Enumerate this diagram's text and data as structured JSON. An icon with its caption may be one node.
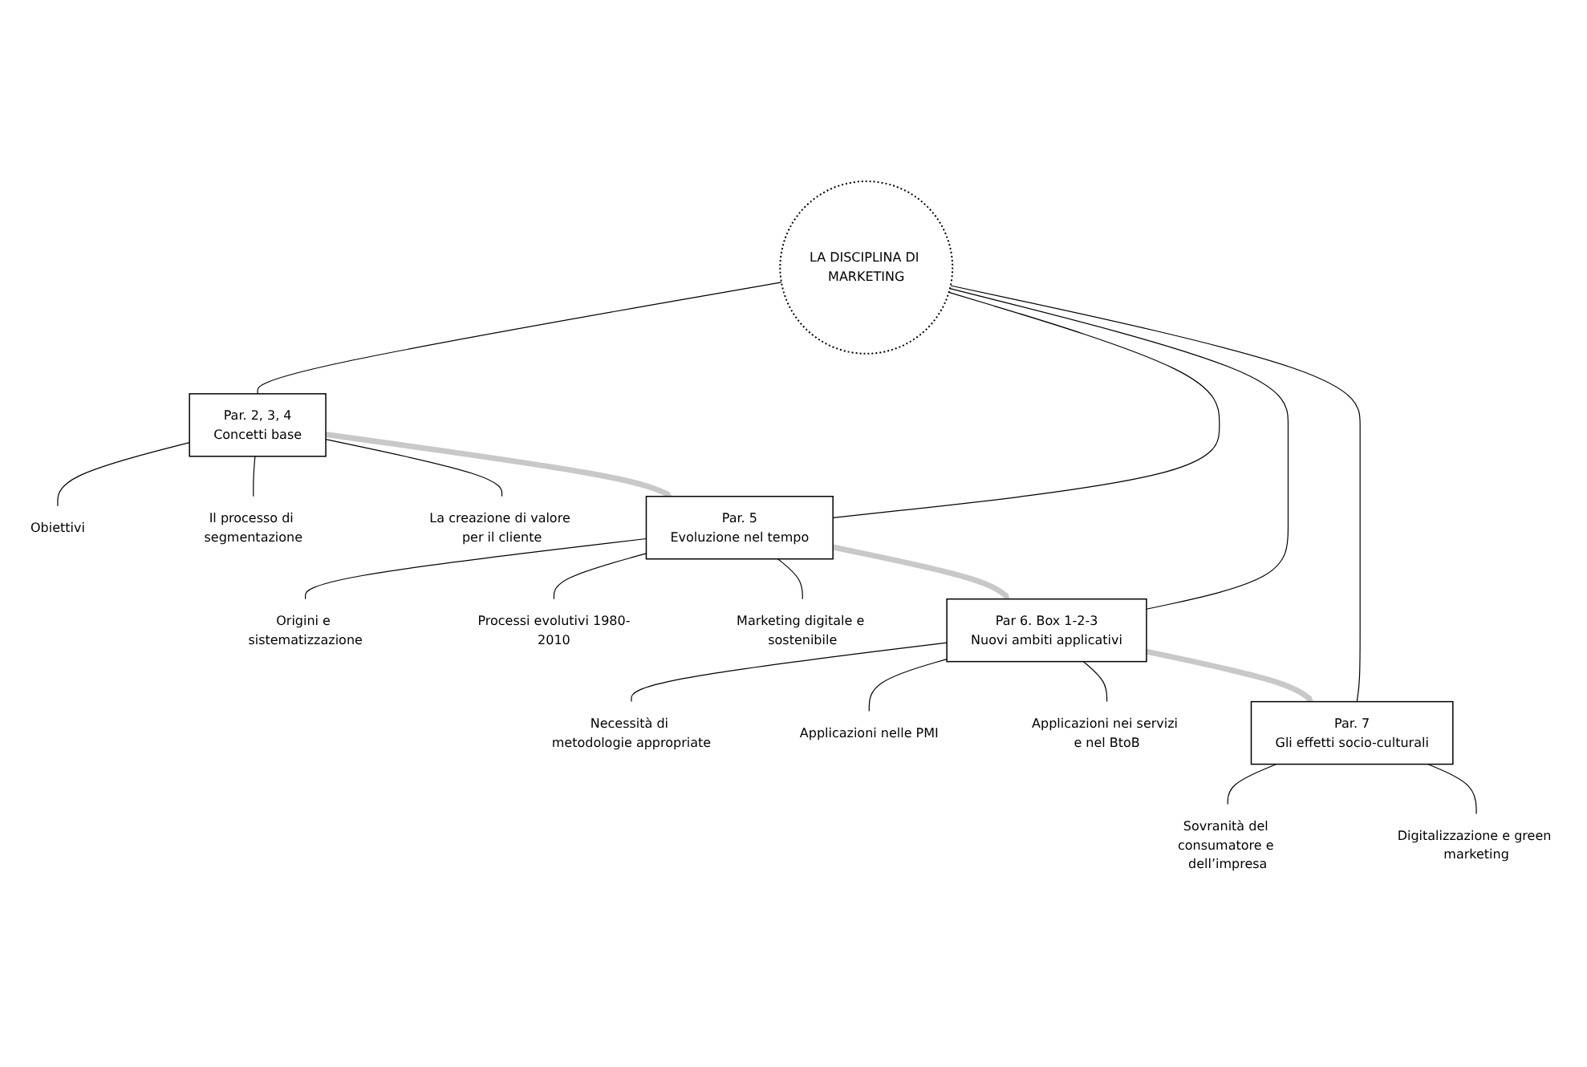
{
  "diagram": {
    "nodes": [
      {
        "text": [
          "LA DISCIPLINA DI MARKETING"
        ]
      },
      {
        "text": [
          "Par. 2, 3, 4",
          "Concetti base"
        ]
      },
      {
        "text": [
          "Obiettivi"
        ]
      },
      {
        "text": [
          "Il processo di segmentazione"
        ]
      },
      {
        "text": [
          "La creazione di valore per il cliente"
        ]
      },
      {
        "text": [
          "Par. 5",
          "Evoluzione nel tempo"
        ]
      },
      {
        "text": [
          "Origini e sistematizzazione"
        ]
      },
      {
        "text": [
          "Processi evolutivi 1980-2010"
        ]
      },
      {
        "text": [
          "Marketing digitale e sostenibile"
        ]
      },
      {
        "text": [
          "Par 6. Box 1-2-3",
          "Nuovi ambiti applicativi"
        ]
      },
      {
        "text": [
          "Necessità di metodologie appropriate"
        ]
      },
      {
        "text": [
          "Applicazioni nelle PMI"
        ]
      },
      {
        "text": [
          "Applicazioni nei servizi e nel BtoB"
        ]
      },
      {
        "text": [
          "Par. 7",
          "Gli effetti socio-culturali"
        ]
      },
      {
        "text": [
          "Sovranità del consumatore e dell’impresa"
        ]
      },
      {
        "text": [
          "Digitalizzazione e green marketing"
        ]
      }
    ],
    "edges": [
      {
        "from": 0,
        "to": 1,
        "arrow": "none"
      },
      {
        "from": 0,
        "to": 5,
        "arrow": "none"
      },
      {
        "from": 0,
        "to": 9,
        "arrow": "none"
      },
      {
        "from": 0,
        "to": 13,
        "arrow": "none"
      },
      {
        "from": 1,
        "to": 2,
        "arrow": "none"
      },
      {
        "from": 1,
        "to": 3,
        "arrow": "none"
      },
      {
        "from": 1,
        "to": 4,
        "arrow": "none"
      },
      {
        "from": 5,
        "to": 6,
        "arrow": "none"
      },
      {
        "from": 5,
        "to": 7,
        "arrow": "none"
      },
      {
        "from": 5,
        "to": 8,
        "arrow": "none"
      },
      {
        "from": 9,
        "to": 10,
        "arrow": "none"
      },
      {
        "from": 9,
        "to": 11,
        "arrow": "none"
      },
      {
        "from": 9,
        "to": 12,
        "arrow": "none"
      },
      {
        "from": 13,
        "to": 14,
        "arrow": "none"
      },
      {
        "from": 13,
        "to": 15,
        "arrow": "none"
      },
      {
        "from": 1,
        "to": 5,
        "arrow": "to",
        "style": "thick",
        "color": "#c8c8c8"
      },
      {
        "from": 5,
        "to": 9,
        "arrow": "to",
        "style": "thick",
        "color": "#c8c8c8"
      },
      {
        "from": 9,
        "to": 13,
        "arrow": "to",
        "style": "thick",
        "color": "#c8c8c8"
      }
    ]
  }
}
